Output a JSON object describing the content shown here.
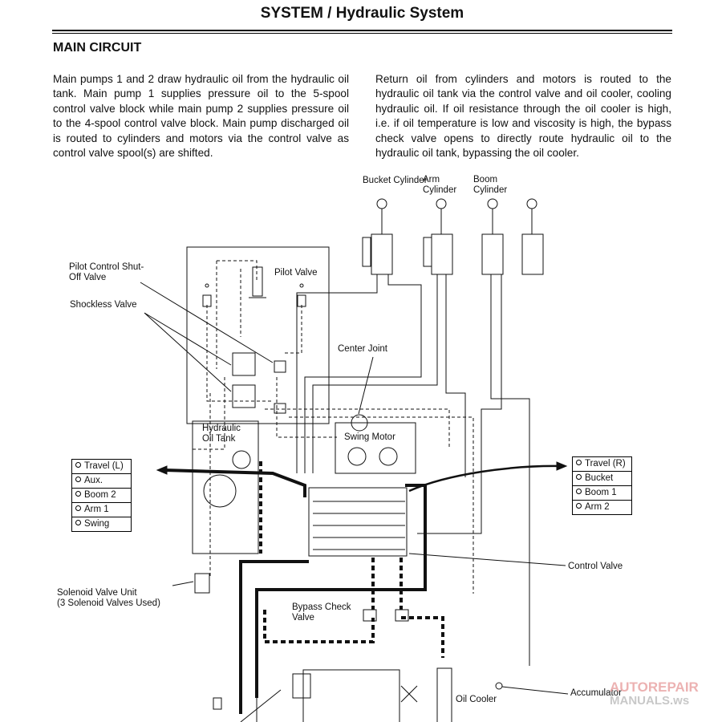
{
  "header": {
    "title": "SYSTEM / Hydraulic System"
  },
  "section": {
    "title": "MAIN CIRCUIT"
  },
  "text": {
    "left": "Main pumps 1 and 2 draw hydraulic oil from the hydraulic oil tank. Main pump 1 supplies pressure oil to the 5-spool control valve block while main pump 2 supplies pressure oil to the 4-spool control valve block. Main pump discharged oil is routed to cylinders and motors via the control valve as control valve spool(s) are shifted.",
    "right": "Return oil from cylinders and motors is routed to the hydraulic oil tank via the control valve and oil cooler, cooling hydraulic oil. If oil resistance through the oil cooler is high, i.e. if oil temperature is low and viscosity is high, the bypass check valve opens to directly route hydraulic oil to the hydraulic oil tank, bypassing the oil cooler."
  },
  "diagram": {
    "labels": {
      "bucket_cylinder": "Bucket Cylinder",
      "arm_cylinder": "Arm Cylinder",
      "boom_cylinder": "Boom Cylinder",
      "pilot_shutoff": "Pilot Control Shut-Off Valve",
      "pilot_valve": "Pilot Valve",
      "shockless_valve": "Shockless Valve",
      "center_joint": "Center Joint",
      "hydraulic_tank": "Hydraulic Oil Tank",
      "swing_motor": "Swing Motor",
      "control_valve": "Control Valve",
      "solenoid_unit": "Solenoid Valve Unit",
      "solenoid_note": "(3 Solenoid Valves Used)",
      "bypass_check": "Bypass Check Valve",
      "accumulator": "Accumulator",
      "oil_cooler": "Oil Cooler"
    },
    "left_spools": [
      "Travel (L)",
      "Aux.",
      "Boom 2",
      "Arm 1",
      "Swing"
    ],
    "right_spools": [
      "Travel (R)",
      "Bucket",
      "Boom 1",
      "Arm 2"
    ]
  },
  "watermark": {
    "line1": "AUTOREPAIR",
    "line2": "MANUALS.ws"
  }
}
